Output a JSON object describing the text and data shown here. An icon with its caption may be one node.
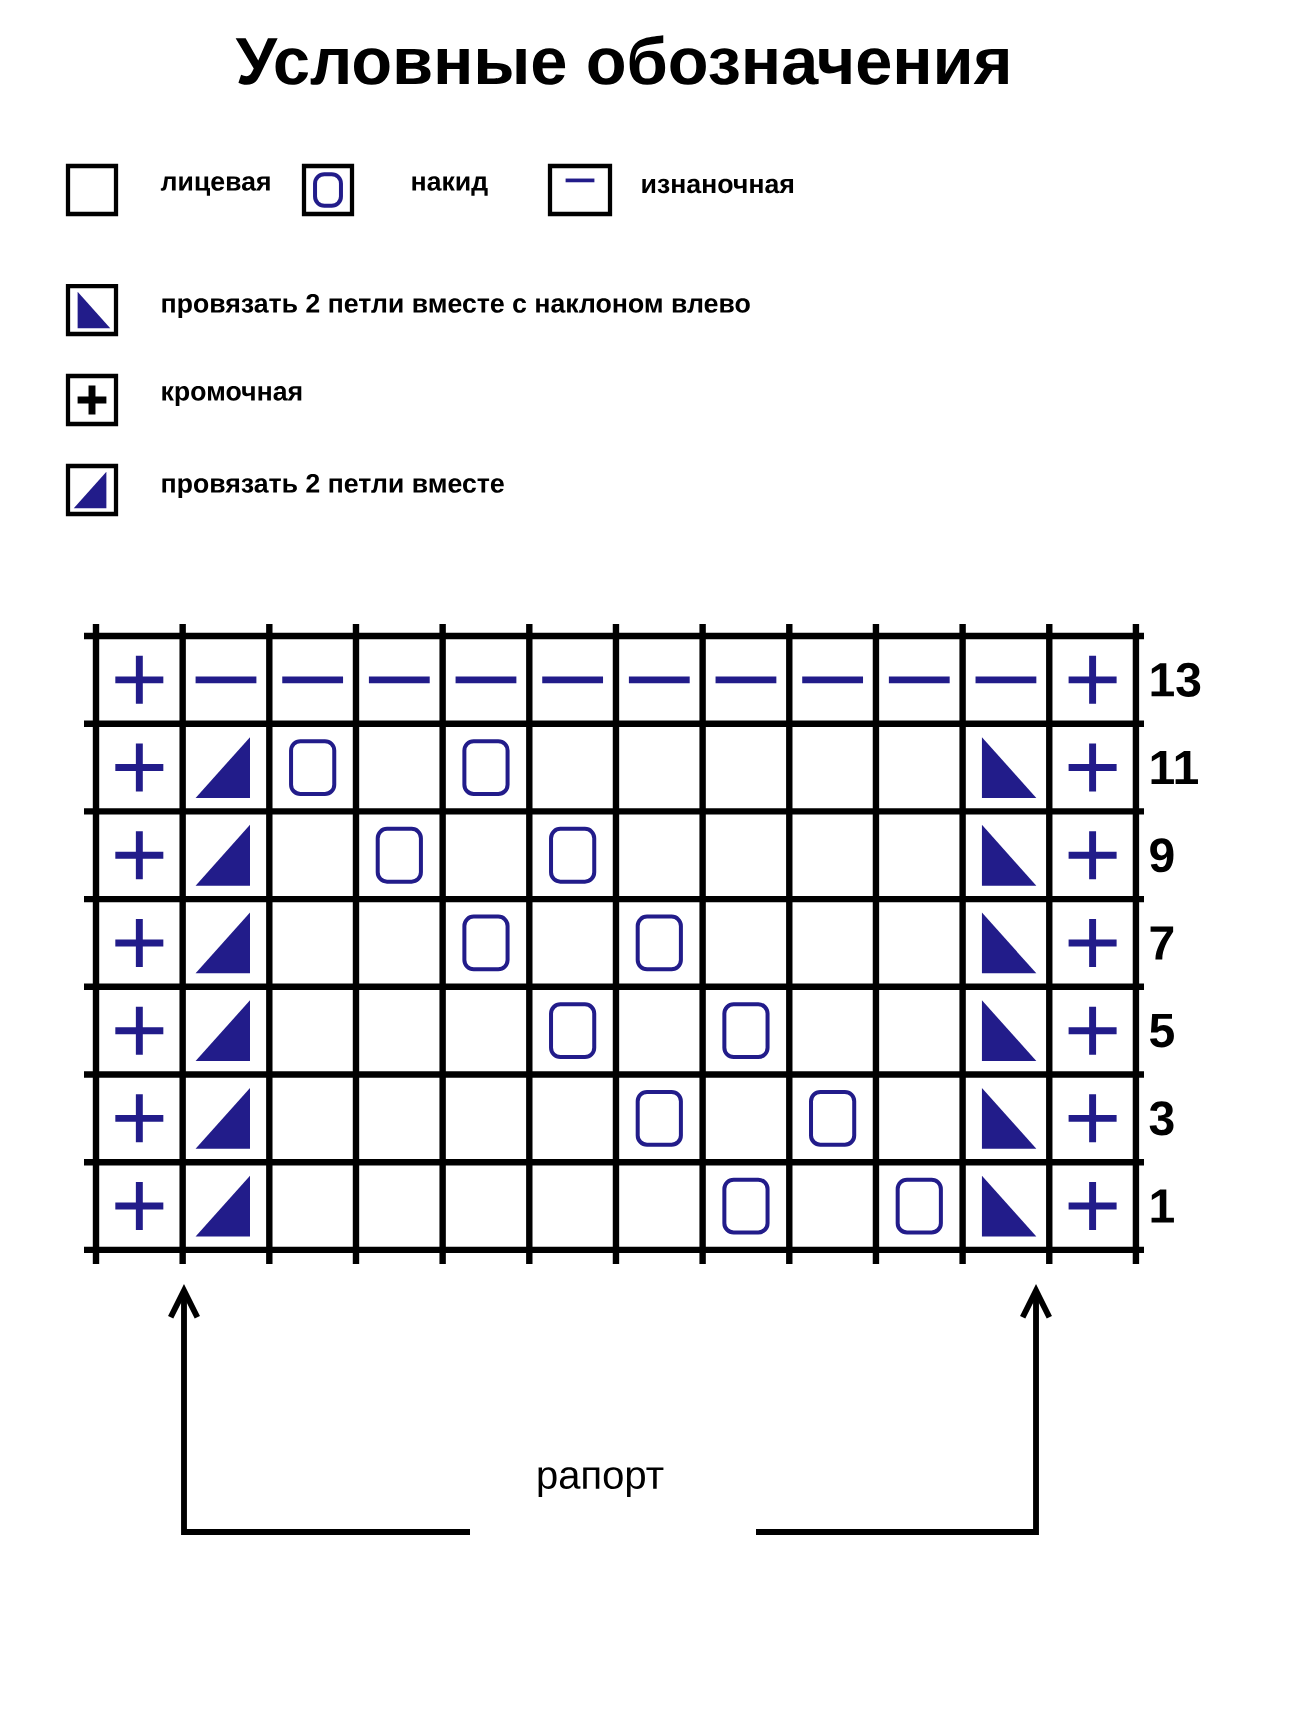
{
  "diagram": {
    "title": "Условные обозначения",
    "labels": [
      "13",
      "11",
      "9",
      "7",
      "5",
      "3",
      "1",
      "рапорт"
    ],
    "legend": [
      {
        "text": "лицевая"
      },
      {
        "text": "накид"
      },
      {
        "text": "изнаночная"
      },
      {
        "text": "провязать 2 петли вместе с наклоном влево"
      },
      {
        "text": "кромочная"
      },
      {
        "text": "провязать 2 петли вместе"
      }
    ]
  }
}
